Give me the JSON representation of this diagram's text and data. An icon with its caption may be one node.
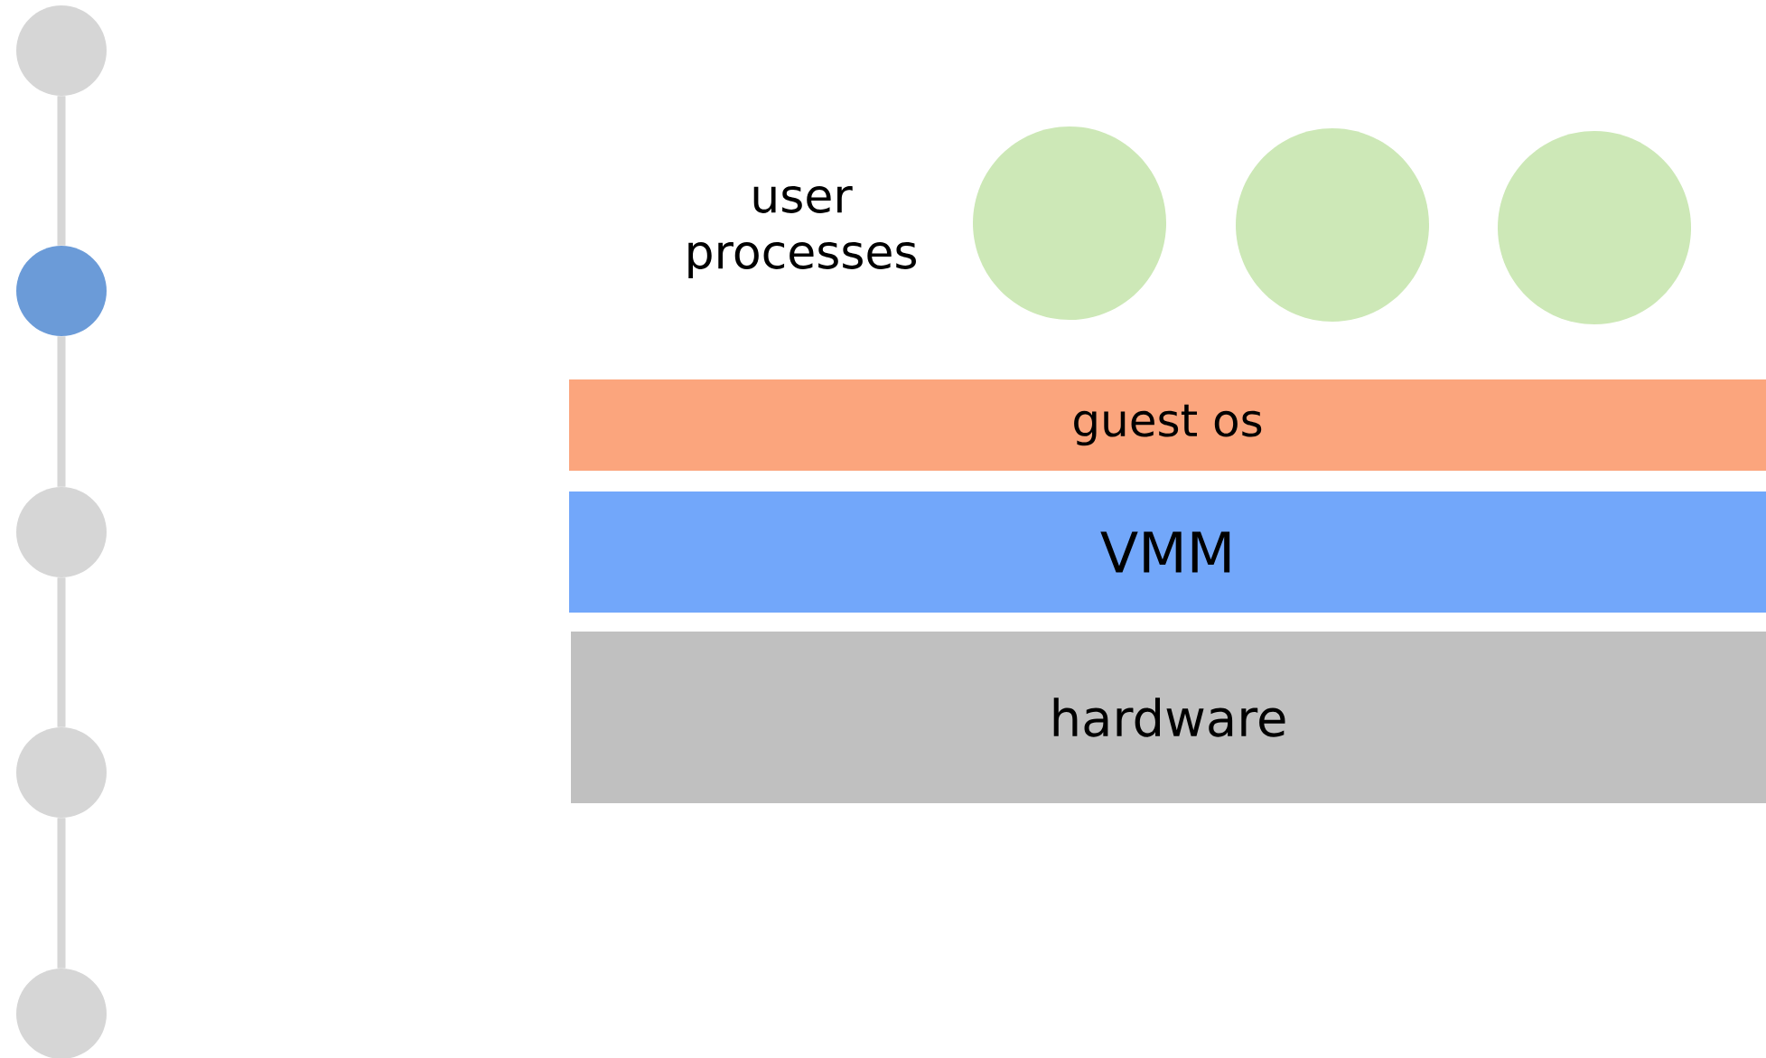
{
  "diagram": {
    "nodes": [
      {
        "text": [],
        "shape": "circle"
      },
      {
        "text": [],
        "shape": "circle"
      },
      {
        "text": [],
        "shape": "circle"
      },
      {
        "text": [],
        "shape": "circle"
      },
      {
        "text": [],
        "shape": "circle"
      },
      {
        "text": [],
        "shape": "circle"
      },
      {
        "text": [],
        "shape": "circle"
      },
      {
        "text": [],
        "shape": "circle"
      },
      {
        "text": [
          "guest os"
        ]
      },
      {
        "text": [
          "VMM"
        ]
      },
      {
        "text": [
          "hardware"
        ]
      }
    ],
    "edges": [
      {
        "from": 0,
        "to": 1,
        "arrow": "none"
      },
      {
        "from": 1,
        "to": 2,
        "arrow": "none"
      },
      {
        "from": 2,
        "to": 3,
        "arrow": "none"
      },
      {
        "from": 3,
        "to": 4,
        "arrow": "none"
      }
    ],
    "labels": [
      "user processes"
    ]
  }
}
